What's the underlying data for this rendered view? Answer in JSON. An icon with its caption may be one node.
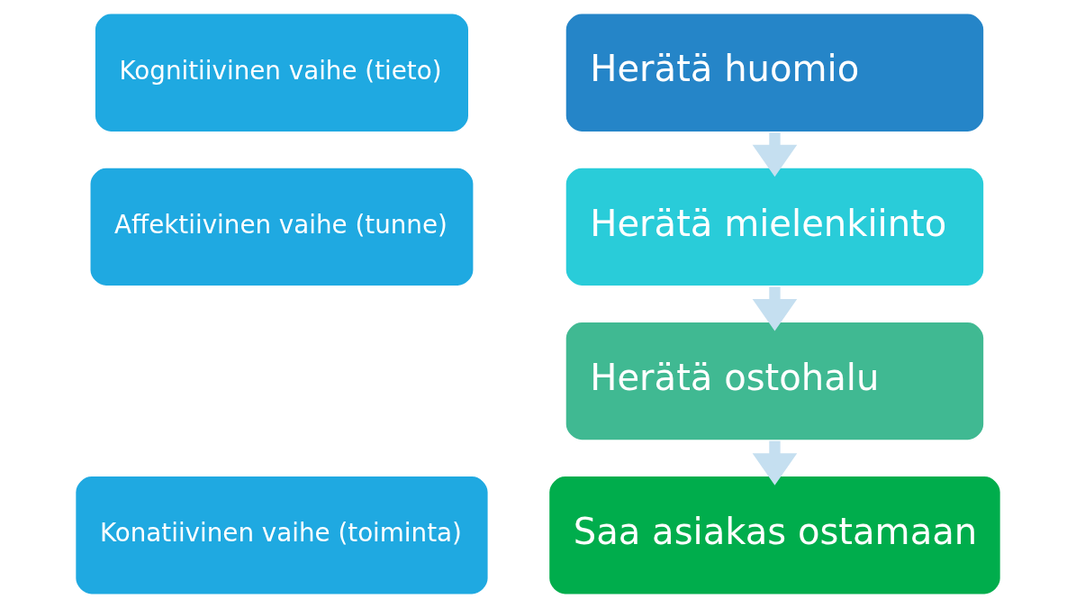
{
  "diagram": {
    "nodes": [
      {
        "text": [
          "Kognitiivinen vaihe (tieto)"
        ]
      },
      {
        "text": [
          "Affektiivinen vaihe (tunne)"
        ]
      },
      {
        "text": [
          "Konatiivinen vaihe (toiminta)"
        ]
      },
      {
        "text": [
          "Herätä huomio"
        ]
      },
      {
        "text": [
          "Herätä mielenkiinto"
        ]
      },
      {
        "text": [
          "Herätä ostohalu"
        ]
      },
      {
        "text": [
          "Saa asiakas ostamaan"
        ]
      }
    ],
    "edges": [
      {
        "from": 3,
        "to": 4,
        "arrow": "to"
      },
      {
        "from": 4,
        "to": 5,
        "arrow": "to"
      },
      {
        "from": 5,
        "to": 6,
        "arrow": "to"
      }
    ]
  }
}
